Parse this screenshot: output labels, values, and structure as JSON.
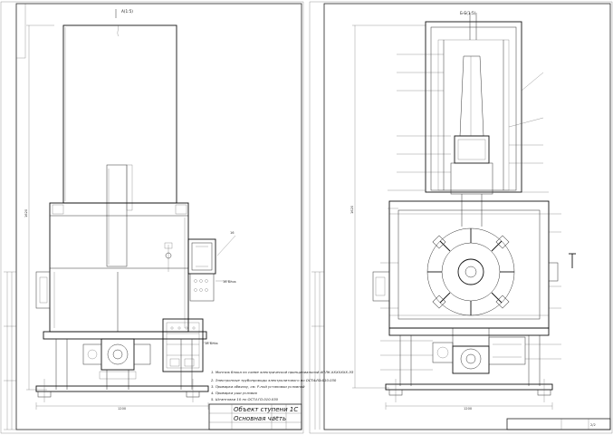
{
  "sheet_left": {
    "view_label": "А(1:5)",
    "title_block": {
      "title": "Объект ступени 1С",
      "subtitle": "Основная часть",
      "sheet": "1/2"
    },
    "notes": [
      "1. Монтаж блока по схеме электрической принципиальной АПЛК.ХХХХХХХ.ЭЗ",
      "2. Электронные трубопроводы электролитового по ОСТ4.ГО.010.030",
      "3. Приварка обвязку, см. Р-ной установки условной",
      "4. Приварка уши условия",
      "5. Штанговки 10 по ОСТ4.ГО.010.030"
    ],
    "dims": {
      "height": "1620",
      "width": "1200"
    }
  },
  "sheet_right": {
    "view_label": "Б-Б(1:5)",
    "title_block": {
      "sheet": "2/2"
    },
    "dims": {
      "height": "1620",
      "width": "1200"
    }
  }
}
